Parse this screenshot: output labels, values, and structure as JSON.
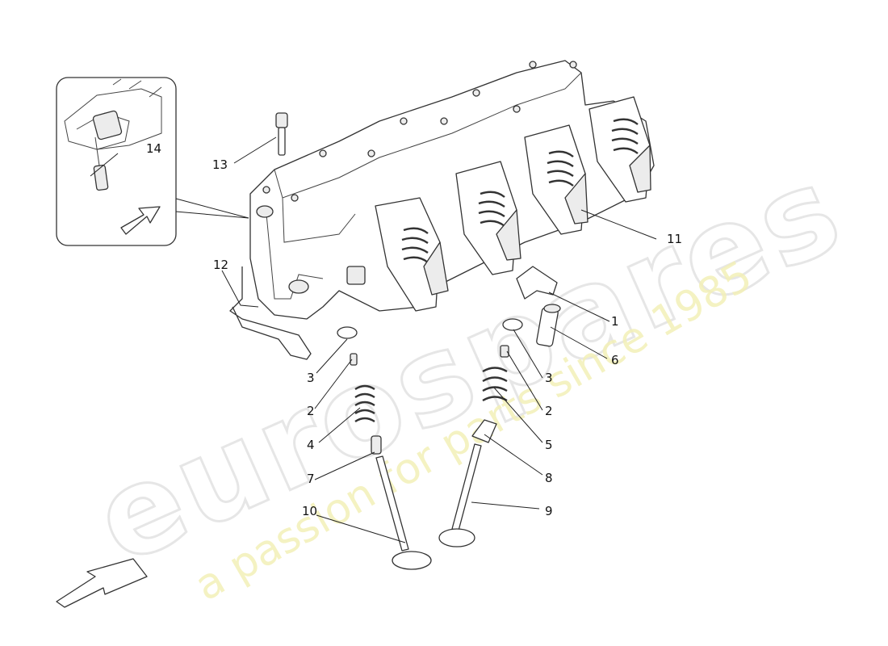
{
  "watermark": {
    "brand": "eurospares",
    "tagline": "a passion for parts since 1985"
  },
  "colors": {
    "line": "#333333",
    "part_fill": "#ececec",
    "watermark_brand": "#e6e6e6",
    "watermark_tagline": "#f3f0b8"
  },
  "callouts": {
    "c1": "1",
    "c2a": "2",
    "c2b": "2",
    "c3a": "3",
    "c3b": "3",
    "c4": "4",
    "c5": "5",
    "c6": "6",
    "c7": "7",
    "c8": "8",
    "c9": "9",
    "c10": "10",
    "c11": "11",
    "c12": "12",
    "c13": "13",
    "c14": "14"
  }
}
